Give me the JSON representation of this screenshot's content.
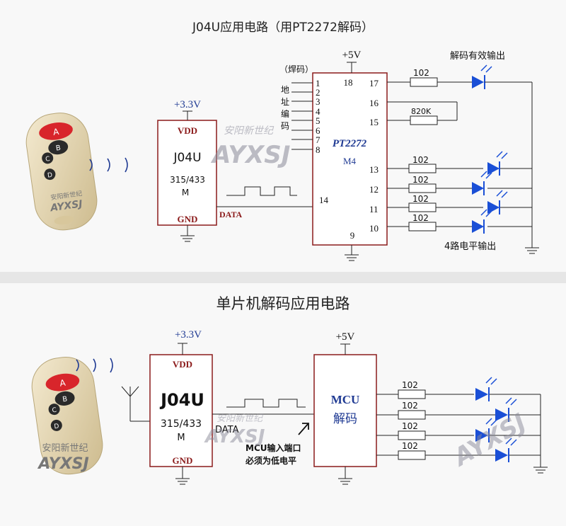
{
  "top": {
    "title": "J04U应用电路（用PT2272解码）",
    "module": {
      "vdd": "VDD",
      "supply": "+3.3V",
      "name": "J04U",
      "freq": "315/433",
      "freq_unit": "M",
      "gnd": "GND",
      "data": "DATA"
    },
    "decoder": {
      "supply": "+5V",
      "chip": "PT2272",
      "suffix": "M4",
      "addr_label_1": "（焊码）",
      "addr_chars": [
        "地",
        "址",
        "编",
        "码"
      ],
      "left_pins": [
        "1",
        "2",
        "3",
        "4",
        "5",
        "6",
        "7",
        "8"
      ],
      "data_pin": "14",
      "pin_18": "18",
      "pin_9": "9",
      "right_pins": [
        "17",
        "16",
        "15",
        "13",
        "12",
        "11",
        "10"
      ]
    },
    "resistors": [
      "102",
      "820K",
      "102",
      "102",
      "102",
      "102"
    ],
    "valid_output_label": "解码有效输出",
    "level_output_label": "4路电平输出"
  },
  "bottom": {
    "title": "单片机解码应用电路",
    "module": {
      "vdd": "VDD",
      "supply": "+3.3V",
      "name": "J04U",
      "freq": "315/433",
      "freq_unit": "M",
      "gnd": "GND",
      "data": "DATA"
    },
    "mcu": {
      "supply": "+5V",
      "name": "MCU",
      "sub": "解码"
    },
    "note_line1": "MCU输入端口",
    "note_line2": "必须为低电平",
    "resistors": [
      "102",
      "102",
      "102",
      "102"
    ]
  },
  "remote": {
    "buttons": [
      "A",
      "B",
      "C",
      "D"
    ],
    "brand_cn": "安阳新世纪",
    "brand_logo": "AYXSJ"
  },
  "colors": {
    "wire": "#222222",
    "box": "#8b1a1a",
    "label_blue": "#1f3a93",
    "led_blue": "#1a4fd6",
    "remote_body": "#e9dcb8",
    "btn_red": "#d8252b",
    "btn_dark": "#2a2a2a",
    "watermark": "#b9b9c4"
  }
}
